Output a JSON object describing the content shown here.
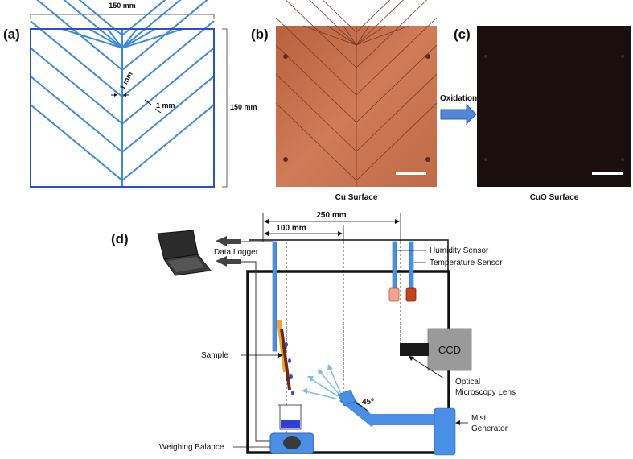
{
  "panels": {
    "a": "(a)",
    "b": "(b)",
    "c": "(c)",
    "d": "(d)"
  },
  "panel_a": {
    "width_label": "150 mm",
    "height_label": "150 mm",
    "channel_width_label_1": "1 mm",
    "channel_width_label_2": "1 mm",
    "line_color": "#3c8ad8",
    "frame_color": "#2a4fd0"
  },
  "panel_b": {
    "caption": "Cu Surface",
    "surface_color": "#c9714d"
  },
  "arrow": {
    "label": "Oxidation",
    "color": "#4f86d8"
  },
  "panel_c": {
    "caption": "CuO Surface",
    "surface_color": "#1a0f0c"
  },
  "panel_d": {
    "dim_250": "250 mm",
    "dim_100": "100 mm",
    "data_logger": "Data Logger",
    "humidity_sensor": "Humidity Sensor",
    "temperature_sensor": "Temperature Sensor",
    "sample": "Sample",
    "ccd": "CCD",
    "optical_lens_line1": "Optical",
    "optical_lens_line2": "Microscopy Lens",
    "angle": "45º",
    "mist_generator_line1": "Mist",
    "mist_generator_line2": "Generator",
    "weighing_balance": "Weighing Balance",
    "tube_color": "#4a8fe6"
  }
}
